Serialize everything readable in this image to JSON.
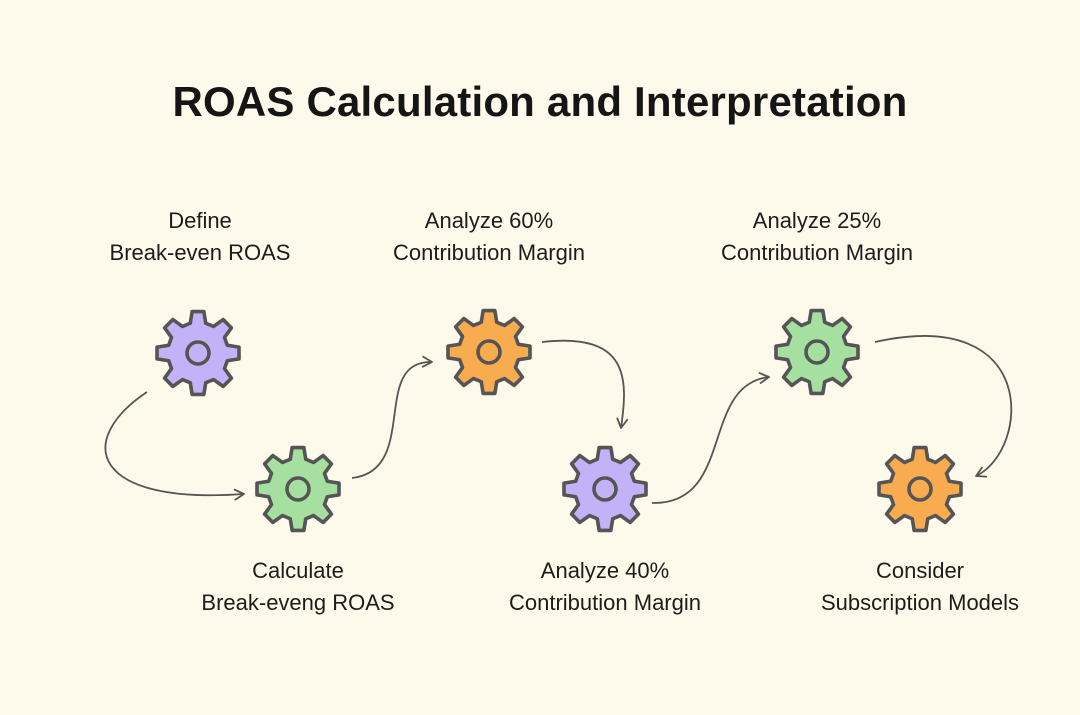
{
  "title": "ROAS Calculation and Interpretation",
  "colors": {
    "background": "#fdfaec",
    "gear_outline": "#555555",
    "arrow": "#555555",
    "purple": "#c4b2f8",
    "green": "#a5e0a0",
    "orange": "#f9ab4f"
  },
  "steps": [
    {
      "line1": "Define",
      "line2": "Break-even ROAS",
      "gear_color": "purple",
      "icon": "gear-icon"
    },
    {
      "line1": "Calculate",
      "line2": "Break-eveng ROAS",
      "gear_color": "green",
      "icon": "gear-icon"
    },
    {
      "line1": "Analyze 60%",
      "line2": "Contribution Margin",
      "gear_color": "orange",
      "icon": "gear-icon"
    },
    {
      "line1": "Analyze 40%",
      "line2": "Contribution Margin",
      "gear_color": "purple",
      "icon": "gear-icon"
    },
    {
      "line1": "Analyze 25%",
      "line2": "Contribution Margin",
      "gear_color": "green",
      "icon": "gear-icon"
    },
    {
      "line1": "Consider",
      "line2": "Subscription Models",
      "gear_color": "orange",
      "icon": "gear-icon"
    }
  ]
}
